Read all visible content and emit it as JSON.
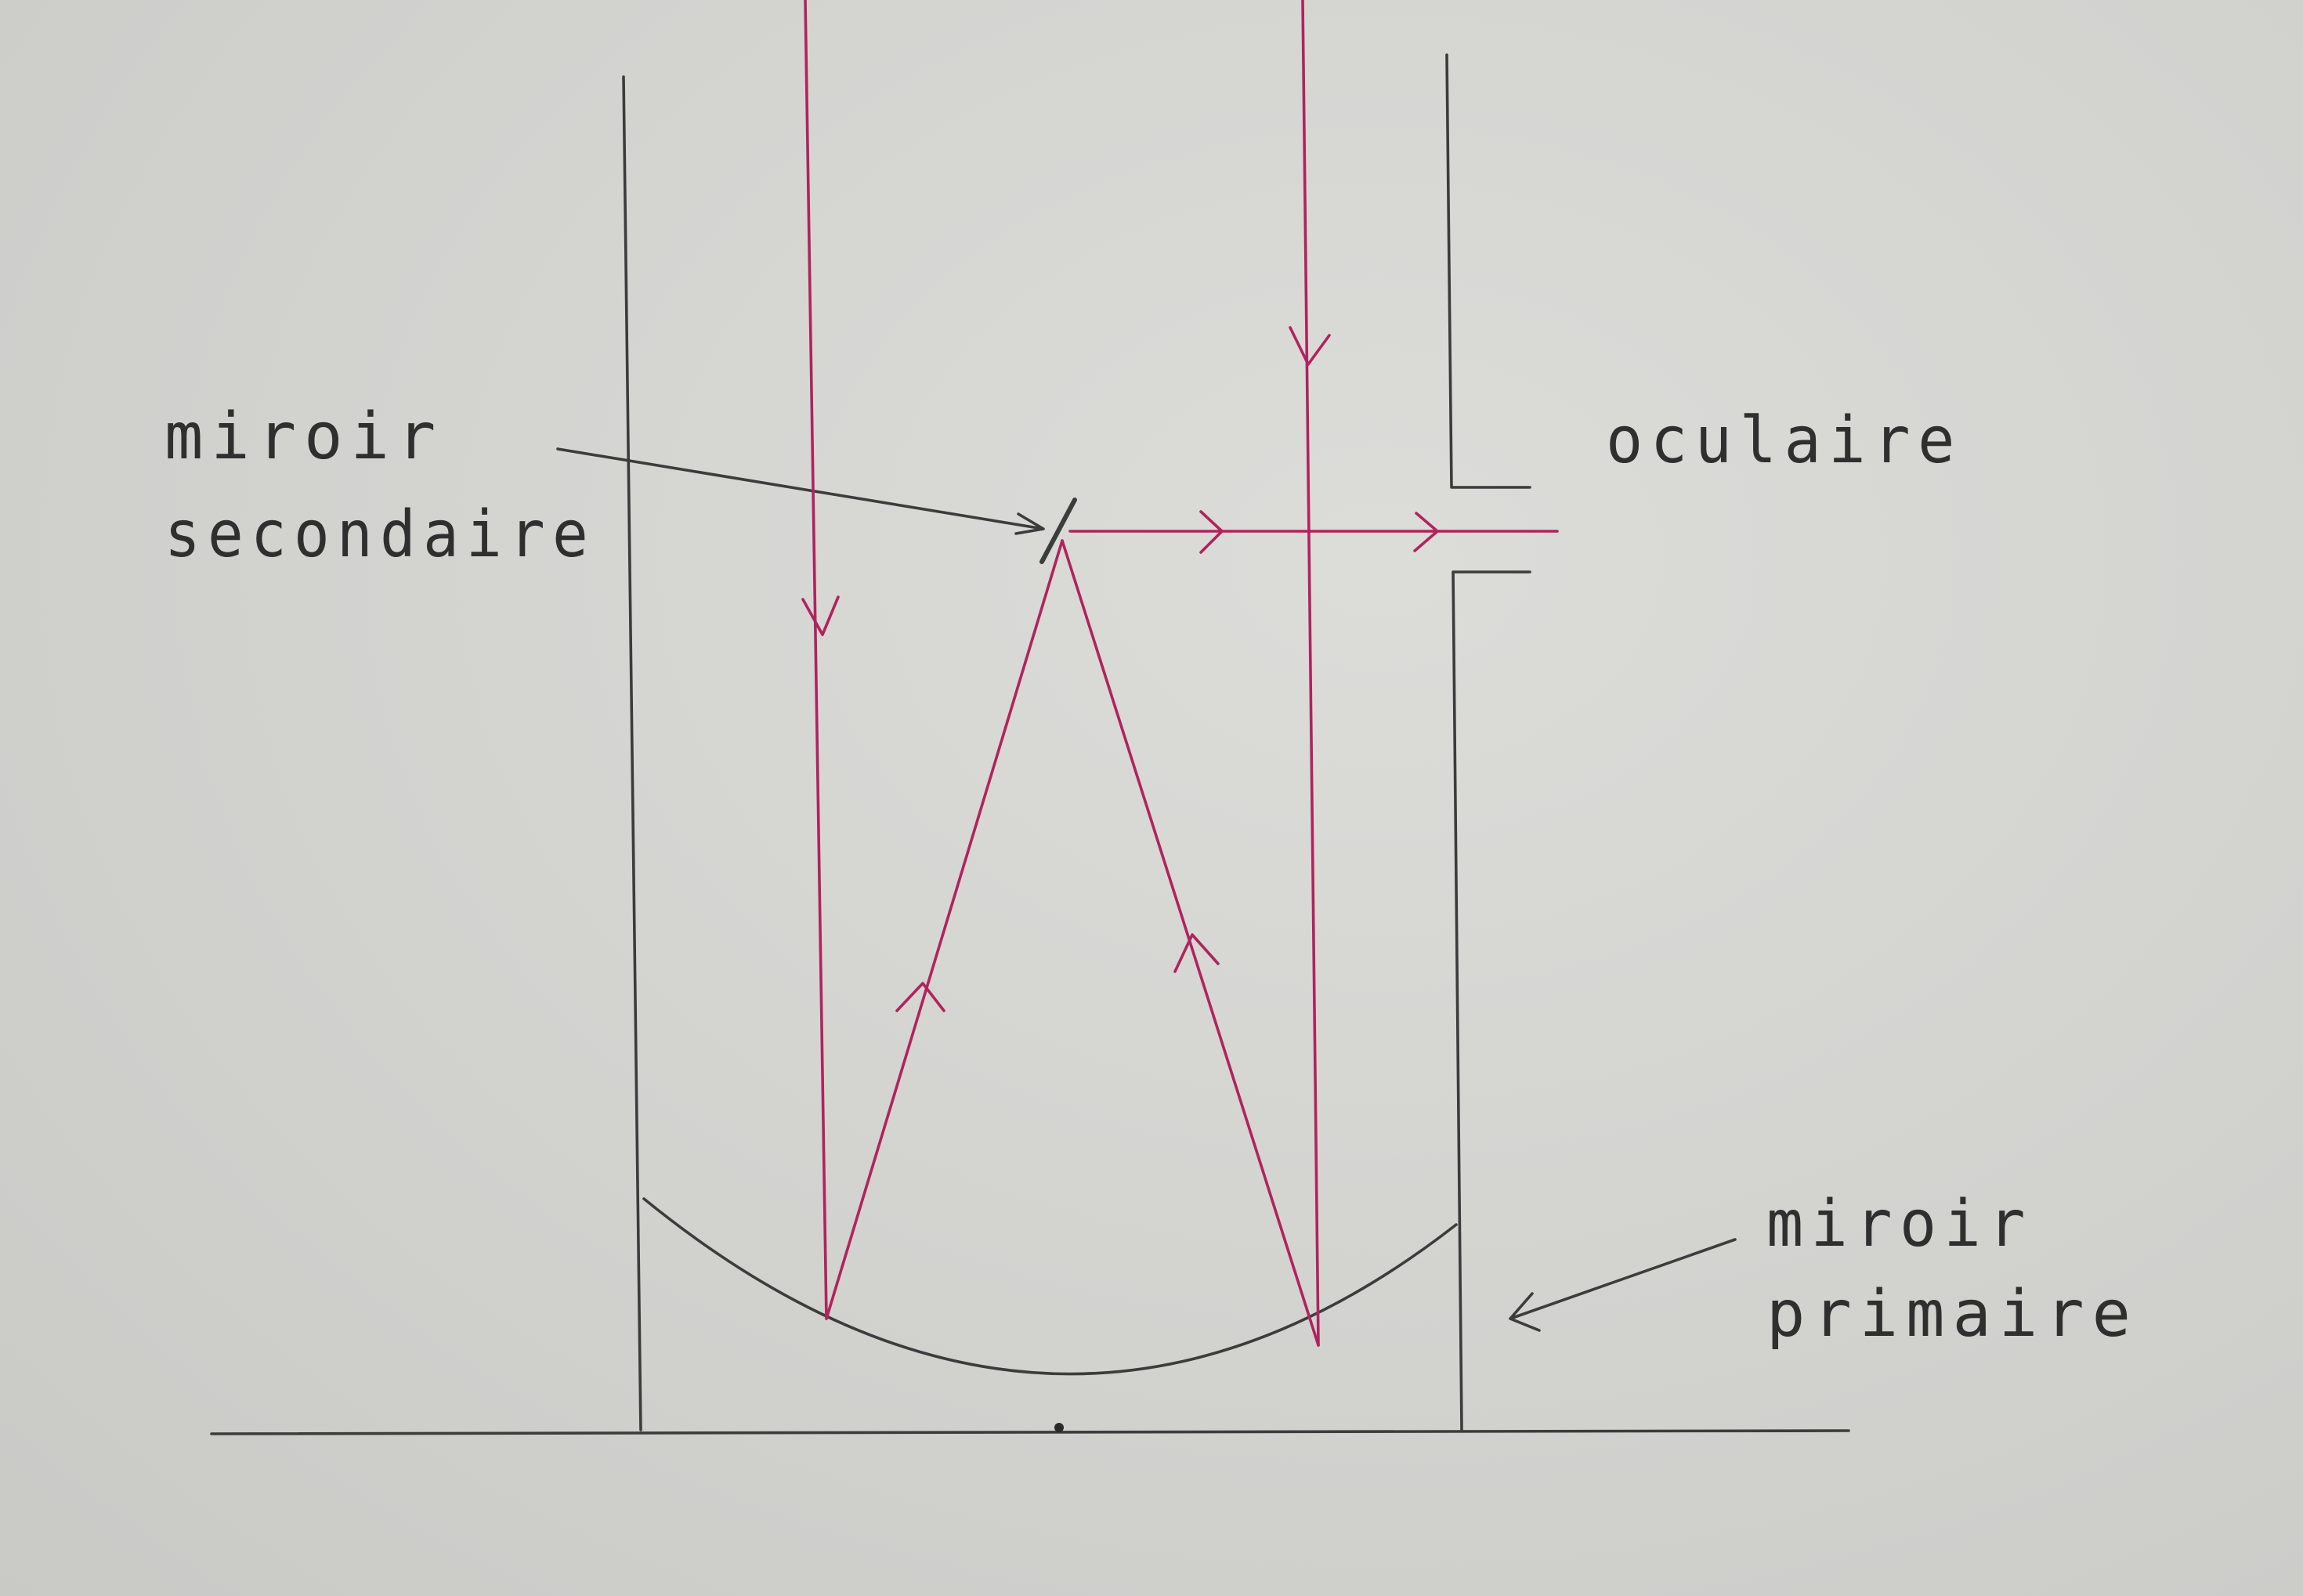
{
  "diagram": {
    "labels": {
      "secondary_mirror_line1": "miroir",
      "secondary_mirror_line2": "secondaire",
      "eyepiece": "oculaire",
      "primary_mirror_line1": "miroir",
      "primary_mirror_line2": "primaire"
    },
    "colors": {
      "ray": "#b0235f",
      "pencil": "#3c3c3c",
      "paper": "#d3d3d0"
    }
  }
}
